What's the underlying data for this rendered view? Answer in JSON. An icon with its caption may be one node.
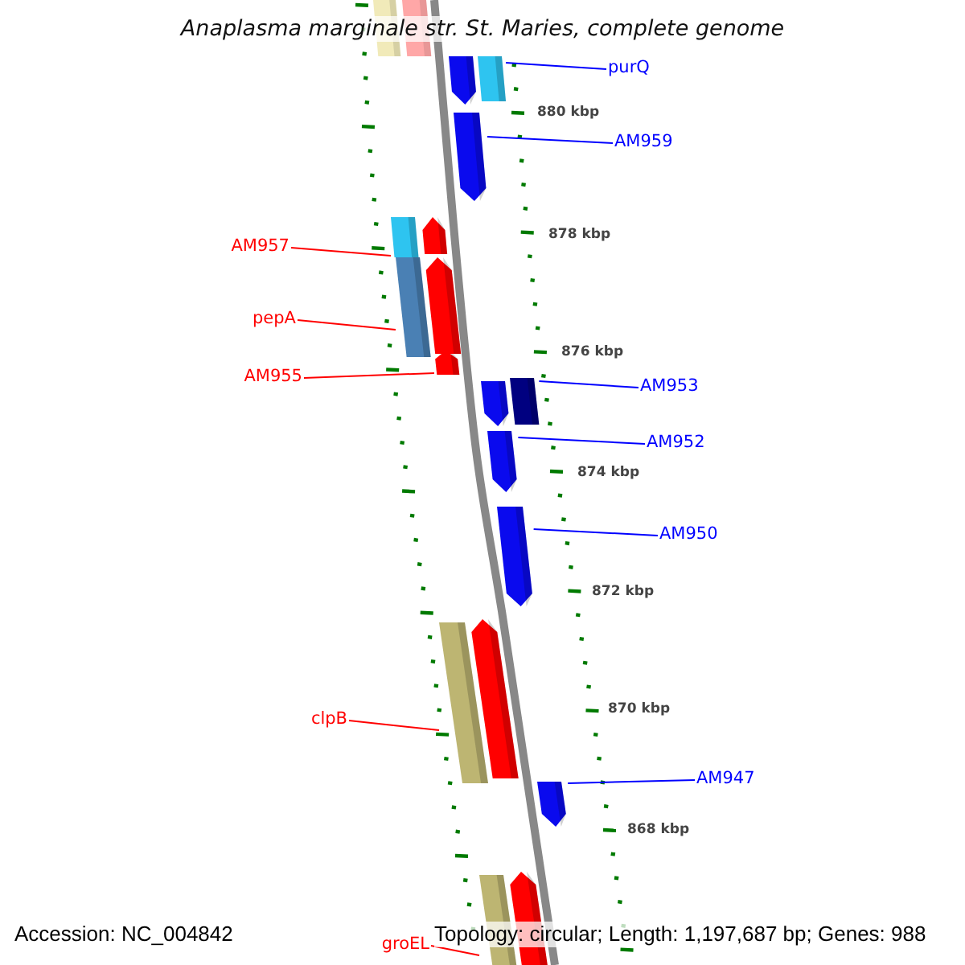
{
  "diagram": {
    "title": "Anaplasma marginale str. St. Maries, complete genome",
    "nodes": [
      {
        "text": [
          "purQ"
        ]
      },
      {
        "text": [],
        "shape": "bar"
      },
      {
        "text": [
          "AM959"
        ]
      },
      {
        "text": [],
        "shape": "arrow"
      },
      {
        "text": [
          "AM957"
        ]
      },
      {
        "text": [],
        "shape": "bar"
      },
      {
        "text": [
          "pepA"
        ]
      },
      {
        "text": [],
        "shape": "bar"
      },
      {
        "text": [
          "AM955"
        ]
      },
      {
        "text": [],
        "shape": "arrow"
      },
      {
        "text": [
          "AM953"
        ]
      },
      {
        "text": [],
        "shape": "bar"
      },
      {
        "text": [
          "AM952"
        ]
      },
      {
        "text": [],
        "shape": "arrow"
      },
      {
        "text": [
          "AM950"
        ]
      },
      {
        "text": [],
        "shape": "arrow"
      },
      {
        "text": [
          "clpB"
        ]
      },
      {
        "text": [],
        "shape": "bar"
      },
      {
        "text": [
          "AM947"
        ]
      },
      {
        "text": [],
        "shape": "arrow"
      },
      {
        "text": [
          "groEL"
        ]
      },
      {
        "text": [],
        "shape": "bar"
      },
      {
        "text": [],
        "shape": "bar"
      },
      {
        "text": [],
        "shape": "bar"
      },
      {
        "text": [],
        "shape": "arrow"
      },
      {
        "text": [],
        "shape": "arrow"
      },
      {
        "text": [],
        "shape": "arrow"
      },
      {
        "text": [],
        "shape": "arrow"
      },
      {
        "text": [],
        "shape": "arrow"
      },
      {
        "text": [],
        "shape": "arrow"
      }
    ],
    "edges": [
      {
        "from": 0,
        "to": 1,
        "arrow": "none"
      },
      {
        "from": 2,
        "to": 3,
        "arrow": "none"
      },
      {
        "from": 4,
        "to": 5,
        "arrow": "none",
        "color": "#ff0000"
      },
      {
        "from": 6,
        "to": 7,
        "arrow": "none",
        "color": "#ff0000"
      },
      {
        "from": 8,
        "to": 9,
        "arrow": "none",
        "color": "#ff0000"
      },
      {
        "from": 10,
        "to": 11,
        "arrow": "none"
      },
      {
        "from": 12,
        "to": 13,
        "arrow": "none"
      },
      {
        "from": 14,
        "to": 15,
        "arrow": "none"
      },
      {
        "from": 16,
        "to": 17,
        "arrow": "none",
        "color": "#ff0000"
      },
      {
        "from": 18,
        "to": 19,
        "arrow": "none"
      },
      {
        "from": 20,
        "to": 21,
        "arrow": "none",
        "color": "#ff0000"
      }
    ],
    "labels": [
      "880 kbp",
      "878 kbp",
      "876 kbp",
      "874 kbp",
      "872 kbp",
      "870 kbp",
      "868 kbp",
      "Accession: NC_004842",
      "Topology: circular; Length: 1,197,687 bp; Genes: 988"
    ]
  }
}
